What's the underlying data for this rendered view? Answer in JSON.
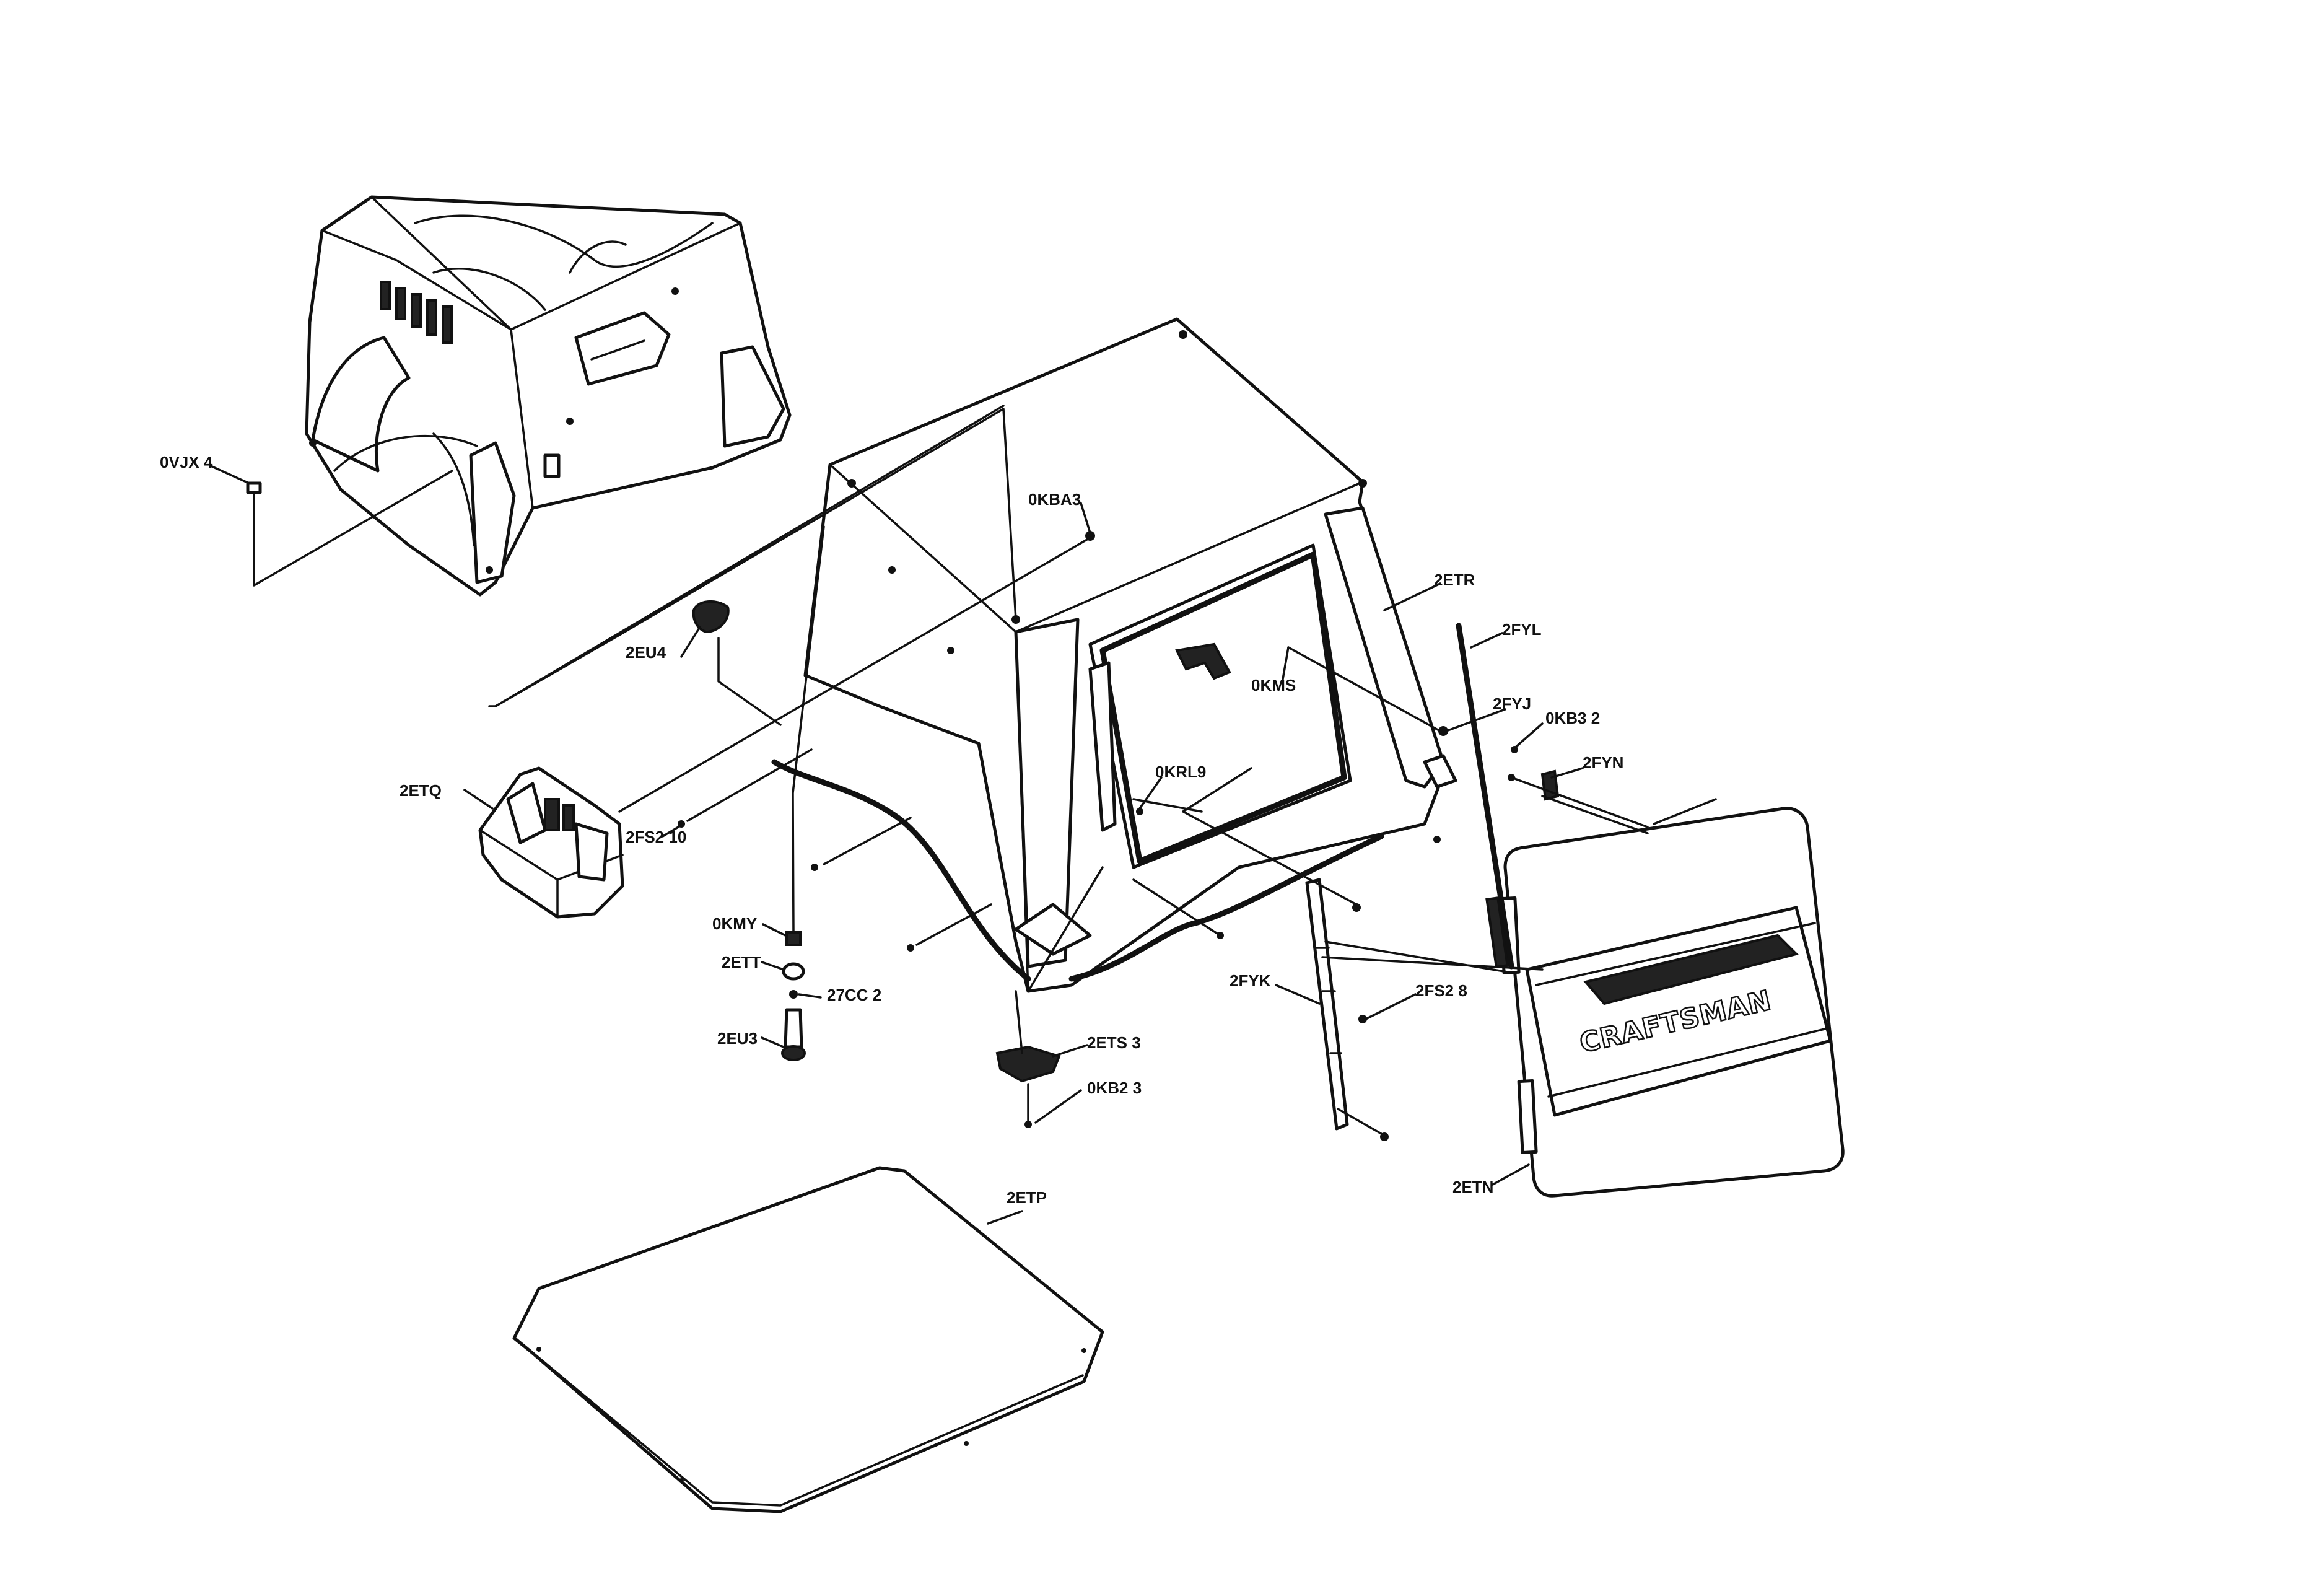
{
  "diagram": {
    "part_labels": {
      "ovjx": "0VJX 4",
      "okba": "0KBA3",
      "etr": "2ETR",
      "fyl": "2FYL",
      "eu4": "2EU4",
      "okms": "0KMS",
      "fyj": "2FYJ",
      "okb3": "0KB3 2",
      "fyn": "2FYN",
      "okrl": "0KRL9",
      "etq": "2ETQ",
      "fs2_10": "2FS2 10",
      "okmy": "0KMY",
      "ett": "2ETT",
      "cc7": "27CC 2",
      "eu3": "2EU3",
      "ets": "2ETS 3",
      "okb2": "0KB2 3",
      "fyk": "2FYK",
      "fs2_8": "2FS2 8",
      "etn": "2ETN",
      "etp": "2ETP"
    },
    "brand_text": "CRAFTSMAN"
  }
}
